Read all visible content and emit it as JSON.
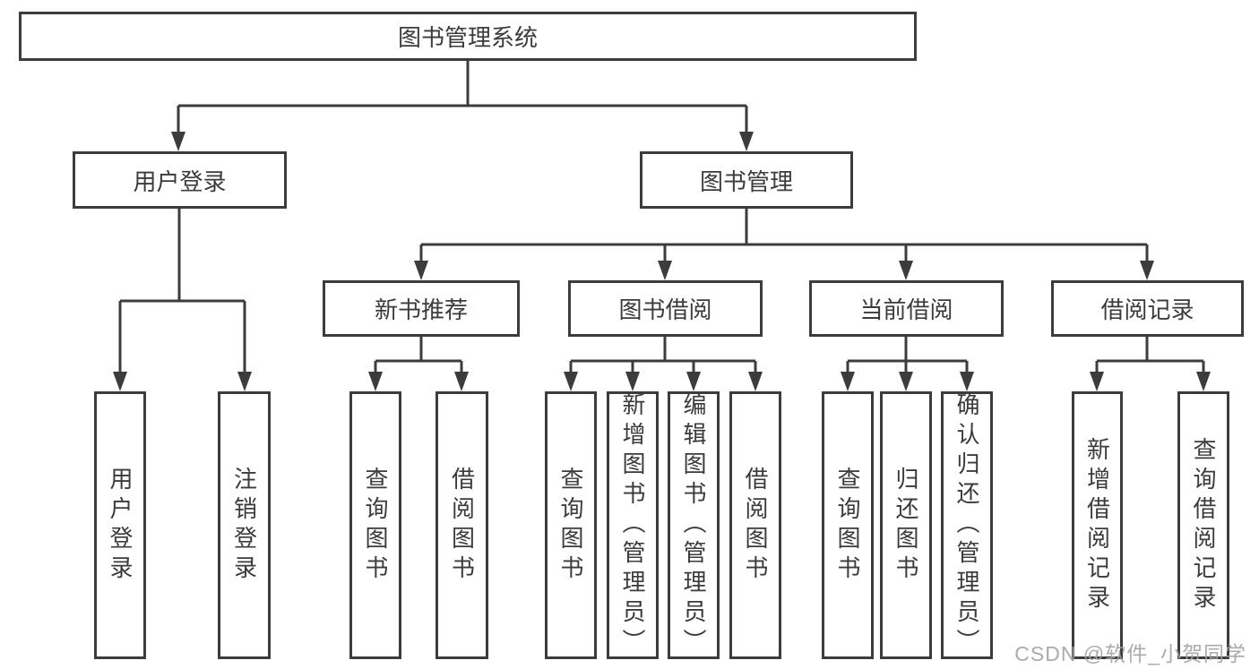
{
  "tree": {
    "root": {
      "label": "图书管理系统"
    },
    "branches": [
      {
        "label": "用户登录",
        "leaves": [
          "用户登录",
          "注销登录"
        ]
      },
      {
        "label": "图书管理",
        "children": [
          {
            "label": "新书推荐",
            "leaves": [
              "查询图书",
              "借阅图书"
            ]
          },
          {
            "label": "图书借阅",
            "leaves": [
              "查询图书",
              "新增图书（管理员）",
              "编辑图书（管理员）",
              "借阅图书"
            ]
          },
          {
            "label": "当前借阅",
            "leaves": [
              "查询图书",
              "归还图书",
              "确认归还（管理员）"
            ]
          },
          {
            "label": "借阅记录",
            "leaves": [
              "新增借阅记录",
              "查询借阅记录"
            ]
          }
        ]
      }
    ]
  },
  "watermark": {
    "text": "CSDN @软件_小贺同学"
  },
  "colors": {
    "line": "#3c3c3c",
    "text": "#3b3b3b",
    "watermark": "#a2a2a2",
    "background": "#ffffff"
  }
}
